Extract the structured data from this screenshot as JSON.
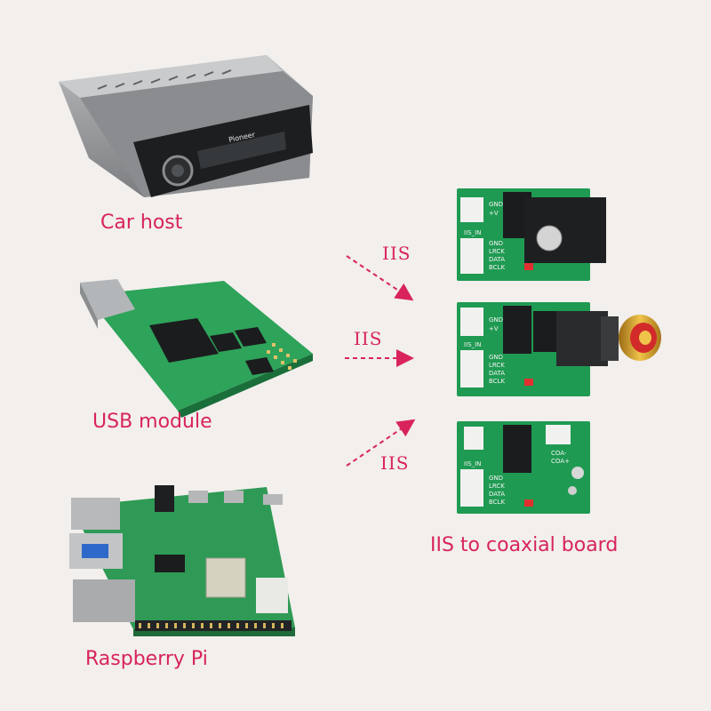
{
  "sources": [
    {
      "caption": "Car host",
      "brand": "Pioneer"
    },
    {
      "caption": "USB module"
    },
    {
      "caption": "Raspberry Pi"
    }
  ],
  "arrows": [
    {
      "label": "IIS"
    },
    {
      "label": "IIS"
    },
    {
      "label": "IIS"
    }
  ],
  "target": {
    "caption": "IIS to coaxial board"
  },
  "board_silk": {
    "gnd": "GND",
    "plus_v": "+V",
    "iis_in": "IIS_IN",
    "lrck": "LRCK",
    "data": "DATA",
    "bclk": "BCLK",
    "coa_minus": "COA-",
    "coa_plus": "COA+"
  },
  "colors": {
    "caption": "#d8245a",
    "arrow": "#d8245a",
    "pcb": "#1f9a52",
    "background": "#f2efec"
  }
}
